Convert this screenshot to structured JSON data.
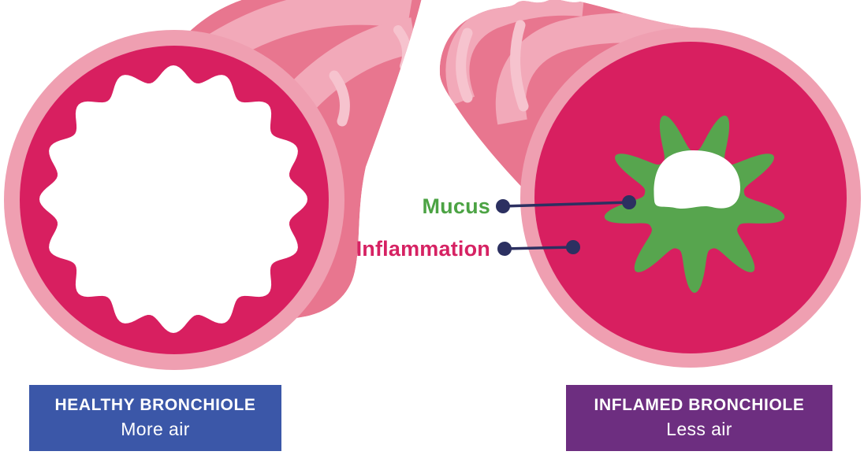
{
  "labels": {
    "mucus": "Mucus",
    "inflammation": "Inflammation"
  },
  "captions": {
    "healthy": {
      "title": "HEALTHY BRONCHIOLE",
      "subtitle": "More air"
    },
    "inflamed": {
      "title": "INFLAMED BRONCHIOLE",
      "subtitle": "Less air"
    }
  },
  "colors": {
    "wall-dark-pink": "#d81f60",
    "ring-light-pink": "#ef9fb1",
    "tube-rose": "#e8768f",
    "tube-light": "#f2a9b9",
    "tube-highlight": "#f6c3ce",
    "mucus-green": "#57a54e",
    "mucus-label-green": "#4ca344",
    "inflammation-label-pink": "#d62263",
    "connector-navy": "#2c3061",
    "healthy-box-blue": "#3b57a8",
    "inflamed-box-purple": "#6d2e80",
    "lumen-white": "#ffffff"
  }
}
